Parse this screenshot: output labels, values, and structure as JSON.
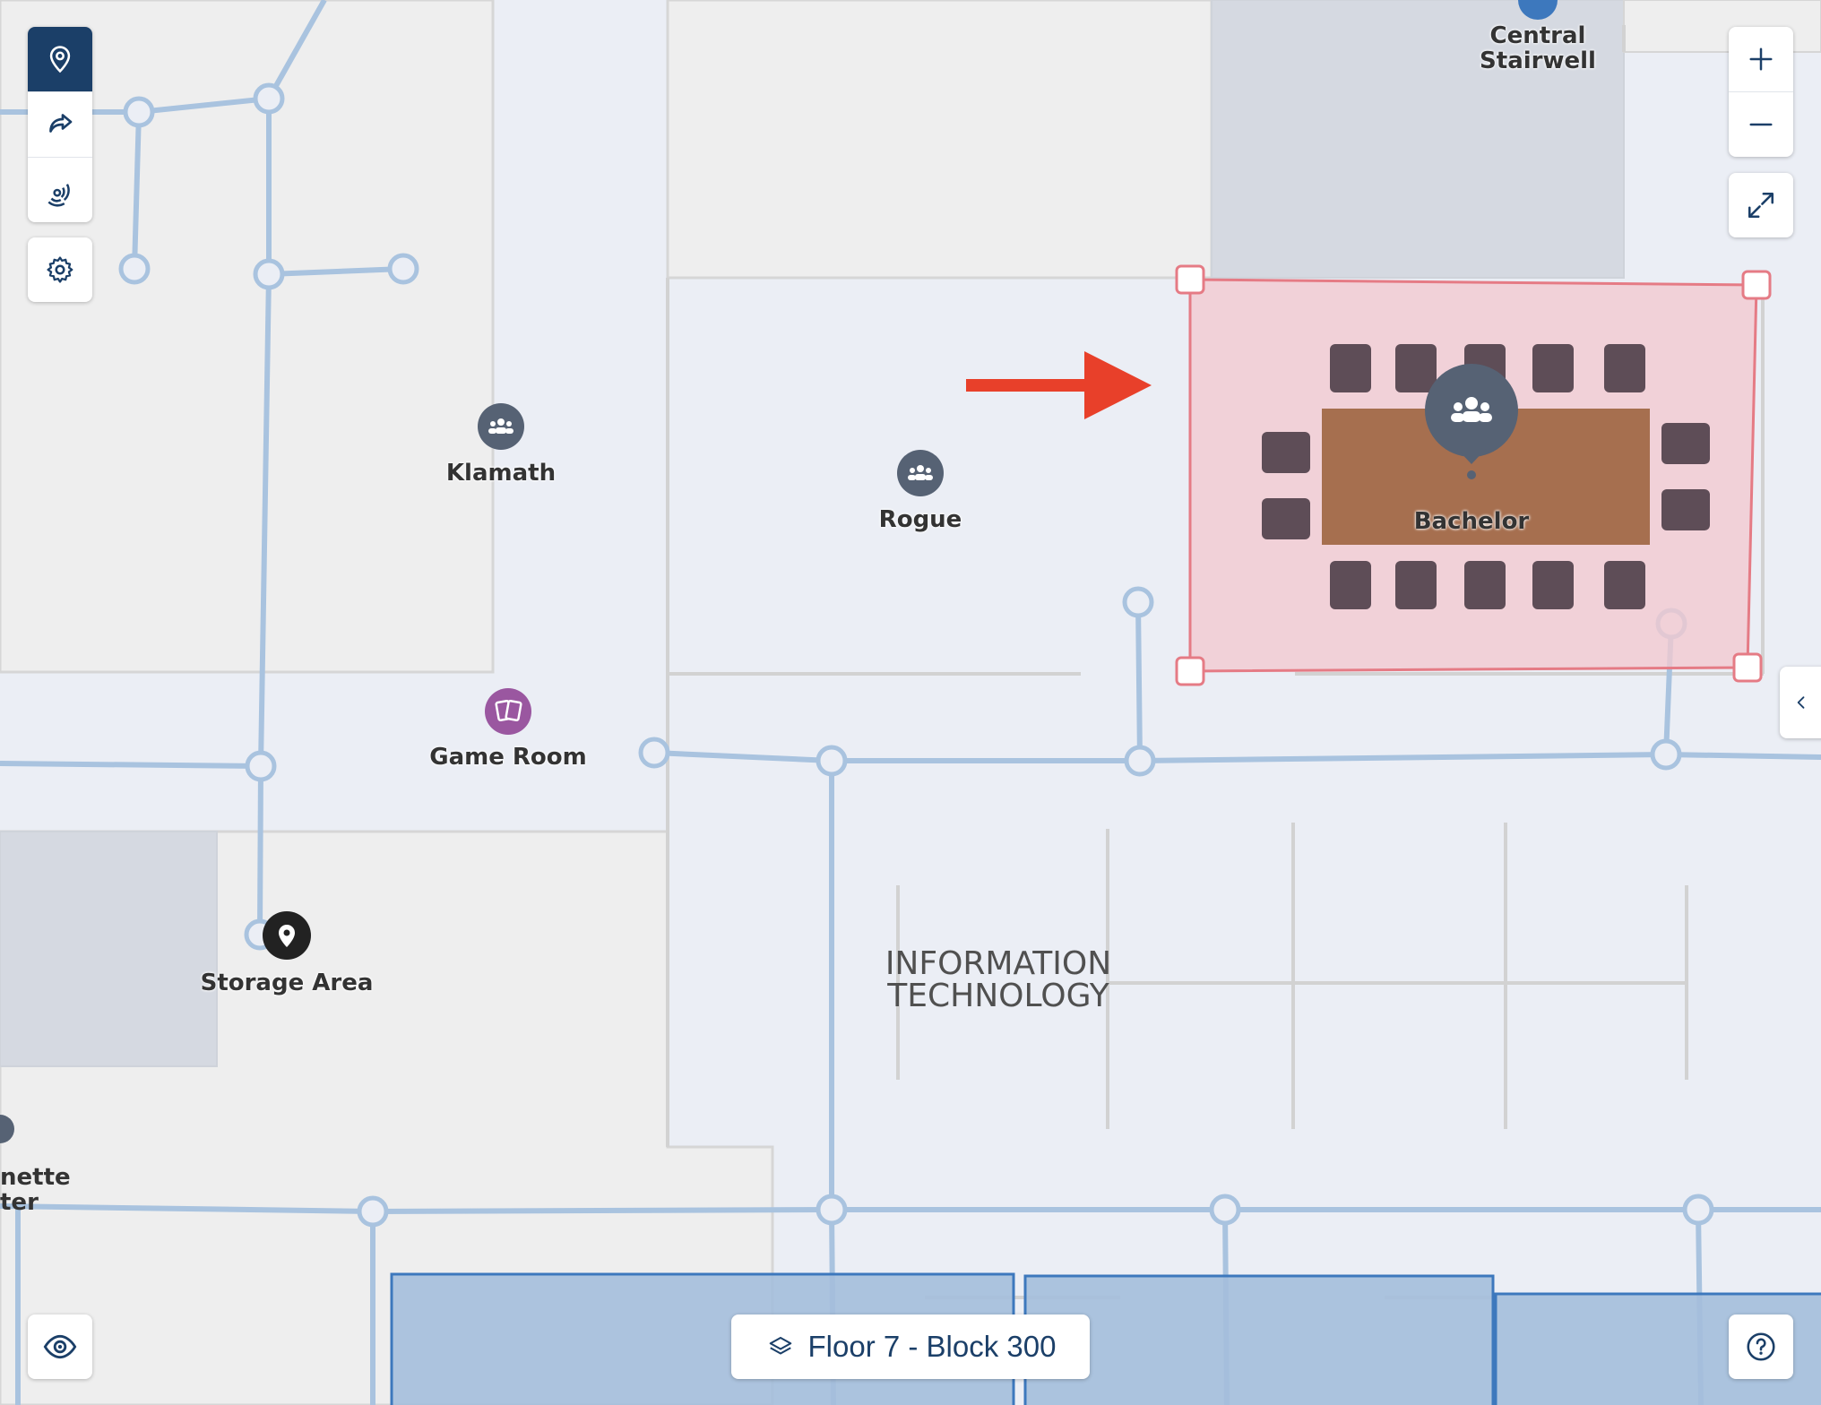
{
  "map": {
    "labels": {
      "central_stairwell_1": "Central",
      "central_stairwell_2": "Stairwell",
      "klamath": "Klamath",
      "rogue": "Rogue",
      "bachelor": "Bachelor",
      "game_room": "Game Room",
      "storage_area": "Storage Area",
      "kitchenette_1": "nette",
      "kitchenette_2": "ter",
      "info_tech_1": "INFORMATION",
      "info_tech_2": "TECHNOLOGY"
    },
    "icons": {
      "meeting_room": "people-group-icon",
      "game_room": "playing-cards-icon",
      "storage": "map-pin-icon"
    },
    "colors": {
      "corridor_path": "#a9c3df",
      "selection_fill": "#f2c9cf",
      "selection_stroke": "#e57b85",
      "arrow": "#e8402a",
      "table": "#a66f4f",
      "chair": "#5e4d57",
      "poi_marker": "#566274",
      "game_marker": "#9a57a0",
      "storage_marker": "#222222",
      "active_tool": "#1b3f68",
      "block_fill": "#a4bedb",
      "block_stroke": "#3d78bd"
    }
  },
  "toolbar": {
    "tools": [
      {
        "icon": "location-pin-icon",
        "active": true
      },
      {
        "icon": "share-arrow-icon",
        "active": false
      },
      {
        "icon": "signal-beacon-icon",
        "active": false
      }
    ],
    "settings_icon": "gear-icon"
  },
  "zoom": {
    "in_icon": "plus-icon",
    "out_icon": "minus-icon"
  },
  "fullscreen_icon": "expand-icon",
  "visibility_icon": "eye-icon",
  "help_icon": "question-circle-icon",
  "panel_toggle_icon": "chevron-left-icon",
  "floor_selector": {
    "icon": "layers-icon",
    "label": "Floor 7 - Block 300"
  }
}
